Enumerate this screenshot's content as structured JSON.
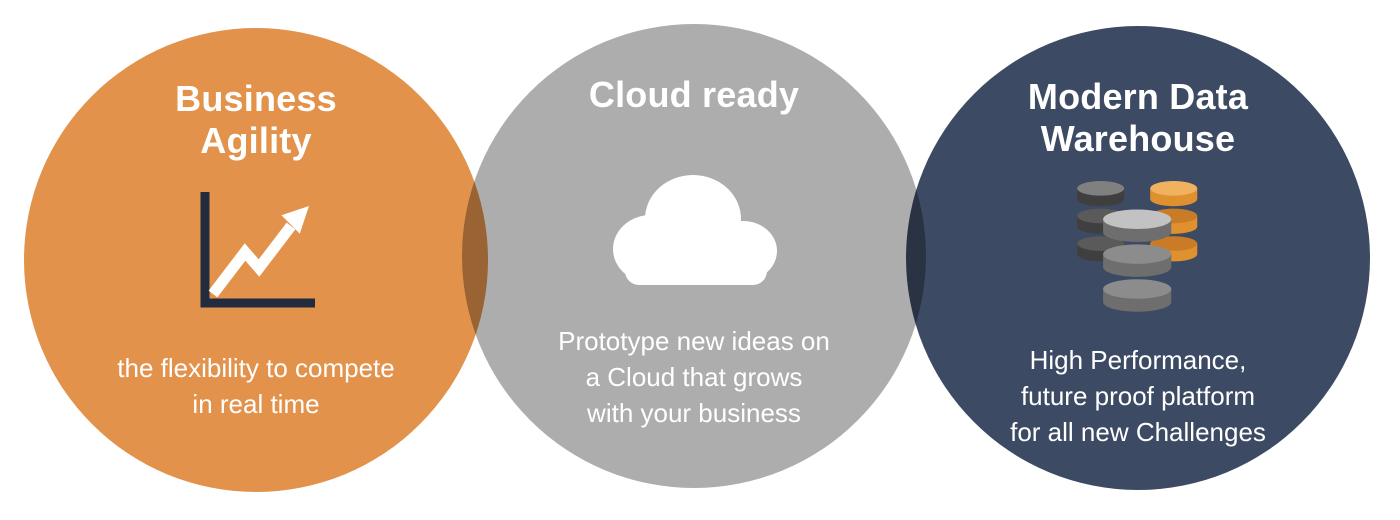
{
  "diagram": {
    "type": "three-circle-infographic",
    "background": "#ffffff"
  },
  "circles": {
    "0": {
      "name": "business-agility",
      "color": "#E2924B",
      "title": "Business\nAgility",
      "icon": "growth-chart-icon",
      "description": "the flexibility to compete\nin real time"
    },
    "1": {
      "name": "cloud-ready",
      "color": "#ADADAD",
      "title": "Cloud ready",
      "icon": "cloud-icon",
      "description": "Prototype new ideas on\na Cloud that grows\nwith your business"
    },
    "2": {
      "name": "modern-data-warehouse",
      "color": "#3D4A63",
      "title": "Modern Data\nWarehouse",
      "icon": "database-icon",
      "description": "High Performance,\nfuture proof platform\nfor all new Challenges"
    }
  },
  "icon_colors": {
    "chart_axis": "#232B3E",
    "chart_arrow": "#FFFFFF",
    "cloud": "#FFFFFF",
    "db_dark_body": "#3F3F3F",
    "db_dark_top": "#808080",
    "db_orange_body": "#E0912F",
    "db_orange_top": "#F0B25F",
    "db_gray_body": "#6E6E6E",
    "db_gray_top": "#C2C2C2",
    "text": "#FFFFFF"
  }
}
